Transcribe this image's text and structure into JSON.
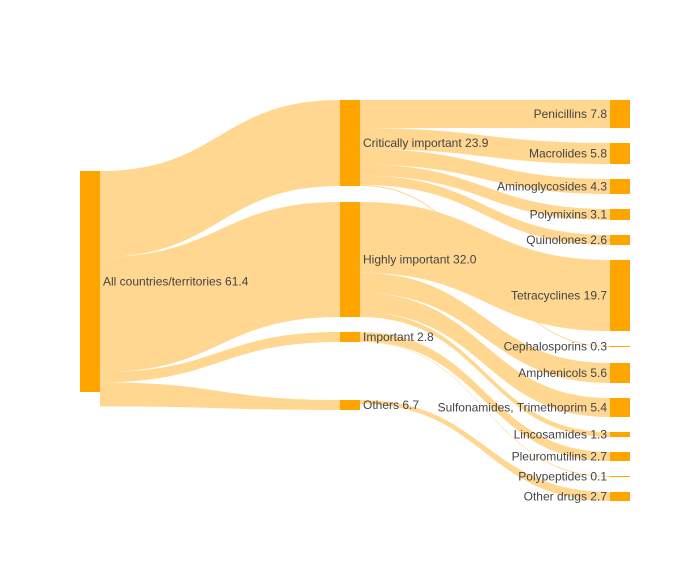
{
  "chart_data": {
    "type": "sankey",
    "node_color": "#ffa500",
    "link_color": "#ffd58a",
    "nodes": [
      {
        "id": "all",
        "label": "All countries/territories 61.4",
        "value": 61.4
      },
      {
        "id": "ci",
        "label": "Critically important 23.9",
        "value": 23.9
      },
      {
        "id": "hi",
        "label": "Highly important 32.0",
        "value": 32.0
      },
      {
        "id": "im",
        "label": "Important 2.8",
        "value": 2.8
      },
      {
        "id": "ot",
        "label": "Others 6.7",
        "value": 6.7
      },
      {
        "id": "pen",
        "label": "Penicillins 7.8",
        "value": 7.8
      },
      {
        "id": "mac",
        "label": "Macrolides 5.8",
        "value": 5.8
      },
      {
        "id": "ami",
        "label": "Aminoglycosides 4.3",
        "value": 4.3
      },
      {
        "id": "pol",
        "label": "Polymixins 3.1",
        "value": 3.1
      },
      {
        "id": "qui",
        "label": "Quinolones 2.6",
        "value": 2.6
      },
      {
        "id": "tet",
        "label": "Tetracyclines 19.7",
        "value": 19.7
      },
      {
        "id": "cep",
        "label": "Cephalosporins 0.3",
        "value": 0.3
      },
      {
        "id": "amp",
        "label": "Amphenicols 5.6",
        "value": 5.6
      },
      {
        "id": "sul",
        "label": "Sulfonamides, Trimethoprim 5.4",
        "value": 5.4
      },
      {
        "id": "lin",
        "label": "Lincosamides 1.3",
        "value": 1.3
      },
      {
        "id": "ple",
        "label": "Pleuromutilins 2.7",
        "value": 2.7
      },
      {
        "id": "pep",
        "label": "Polypeptides 0.1",
        "value": 0.1
      },
      {
        "id": "oth",
        "label": "Other drugs 2.7",
        "value": 2.7
      }
    ],
    "links": [
      {
        "source": "all",
        "target": "ci",
        "value": 23.9
      },
      {
        "source": "all",
        "target": "hi",
        "value": 32.0
      },
      {
        "source": "all",
        "target": "im",
        "value": 2.8
      },
      {
        "source": "all",
        "target": "ot",
        "value": 6.7
      },
      {
        "source": "ci",
        "target": "pen",
        "value": 7.8
      },
      {
        "source": "ci",
        "target": "mac",
        "value": 5.8
      },
      {
        "source": "ci",
        "target": "ami",
        "value": 4.3
      },
      {
        "source": "ci",
        "target": "pol",
        "value": 3.1
      },
      {
        "source": "ci",
        "target": "qui",
        "value": 2.6
      },
      {
        "source": "ci",
        "target": "cep",
        "value": 0.3
      },
      {
        "source": "hi",
        "target": "tet",
        "value": 19.7
      },
      {
        "source": "hi",
        "target": "amp",
        "value": 5.6
      },
      {
        "source": "hi",
        "target": "sul",
        "value": 5.4
      },
      {
        "source": "hi",
        "target": "lin",
        "value": 1.3
      },
      {
        "source": "im",
        "target": "ple",
        "value": 2.7
      },
      {
        "source": "im",
        "target": "pep",
        "value": 0.1
      },
      {
        "source": "ot",
        "target": "oth",
        "value": 2.7
      }
    ]
  }
}
